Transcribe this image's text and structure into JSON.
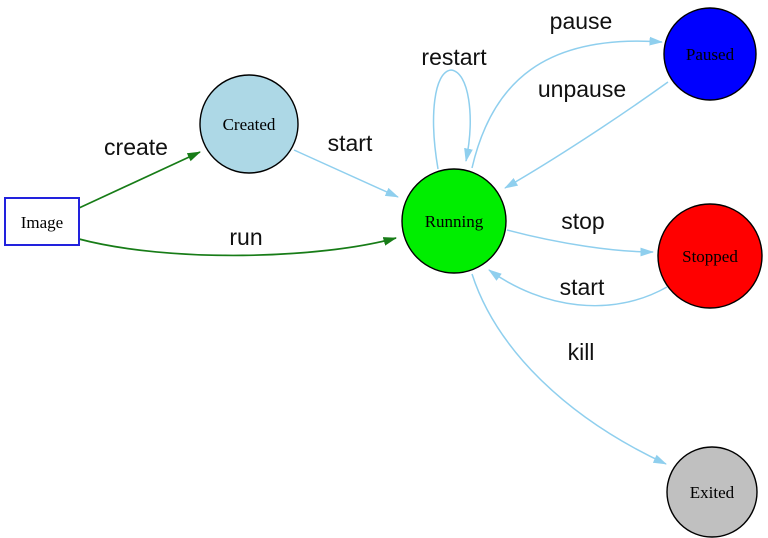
{
  "diagram": {
    "type": "state-diagram",
    "colors": {
      "edge_primary": "#177c17",
      "edge_secondary": "#8fcfee",
      "image_border": "#2222dd",
      "image_fill": "#ffffff",
      "created_fill": "#add8e6",
      "running_fill": "#00ee00",
      "paused_fill": "#0000ff",
      "stopped_fill": "#ff0000",
      "exited_fill": "#c0c0c0"
    },
    "nodes": [
      {
        "id": "image",
        "label": "Image",
        "shape": "rectangle"
      },
      {
        "id": "created",
        "label": "Created",
        "shape": "circle"
      },
      {
        "id": "running",
        "label": "Running",
        "shape": "circle"
      },
      {
        "id": "paused",
        "label": "Paused",
        "shape": "circle"
      },
      {
        "id": "stopped",
        "label": "Stopped",
        "shape": "circle"
      },
      {
        "id": "exited",
        "label": "Exited",
        "shape": "circle"
      }
    ],
    "edges": [
      {
        "label": "create",
        "from": "Image",
        "to": "Created"
      },
      {
        "label": "run",
        "from": "Image",
        "to": "Running"
      },
      {
        "label": "start",
        "from": "Created",
        "to": "Running"
      },
      {
        "label": "restart",
        "from": "Running",
        "to": "Running"
      },
      {
        "label": "pause",
        "from": "Running",
        "to": "Paused"
      },
      {
        "label": "unpause",
        "from": "Paused",
        "to": "Running"
      },
      {
        "label": "stop",
        "from": "Running",
        "to": "Stopped"
      },
      {
        "label": "start",
        "from": "Stopped",
        "to": "Running"
      },
      {
        "label": "kill",
        "from": "Running",
        "to": "Exited"
      }
    ]
  }
}
